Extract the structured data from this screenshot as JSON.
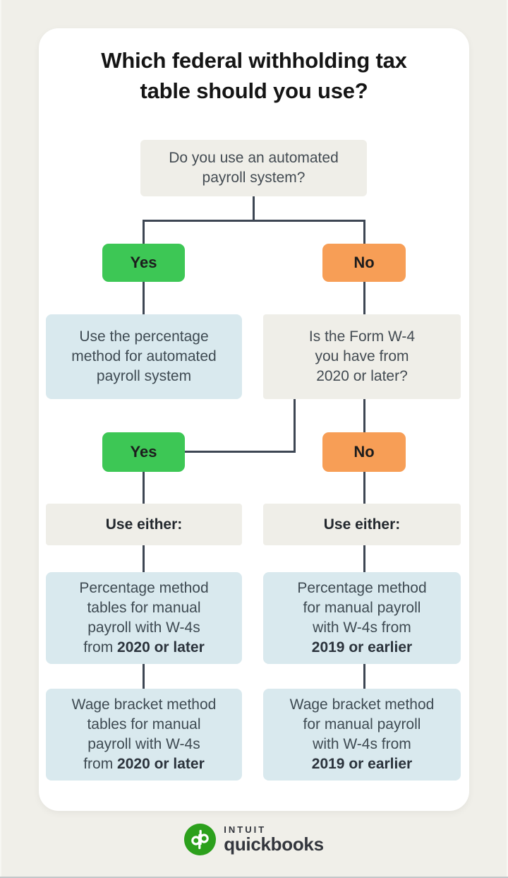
{
  "title": "Which federal withholding tax\ntable should you use?",
  "colors": {
    "page_background": "#f0efe9",
    "card_background": "#ffffff",
    "question_box": "#efeee8",
    "result_box": "#d9e9ee",
    "yes_button": "#3dc755",
    "no_button": "#f79e56",
    "connector_line": "#3d4653",
    "logo_green": "#2ca01c"
  },
  "nodes": {
    "q_automated": "Do you use an automated\npayroll system?",
    "yes1": "Yes",
    "no1": "No",
    "automated_result": "Use the percentage\nmethod for automated\npayroll system",
    "q_w4": "Is the Form W-4\nyou have from\n2020 or later?",
    "yes2": "Yes",
    "no2": "No",
    "use_either_left": "Use either:",
    "use_either_right": "Use either:",
    "pct_left": {
      "text": "Percentage method\ntables for manual\npayroll with W-4s\nfrom ",
      "bold": "2020 or later"
    },
    "pct_right": {
      "text": "Percentage method\nfor manual payroll\nwith W-4s from\n",
      "bold": "2019 or earlier"
    },
    "wage_left": {
      "text": "Wage bracket method\ntables for manual\npayroll with W-4s\nfrom ",
      "bold": "2020 or later"
    },
    "wage_right": {
      "text": "Wage bracket method\nfor manual payroll\nwith W-4s from\n",
      "bold": "2019 or earlier"
    }
  },
  "logo": {
    "brand_top": "INTUIT",
    "brand_bottom": "quickbooks"
  }
}
